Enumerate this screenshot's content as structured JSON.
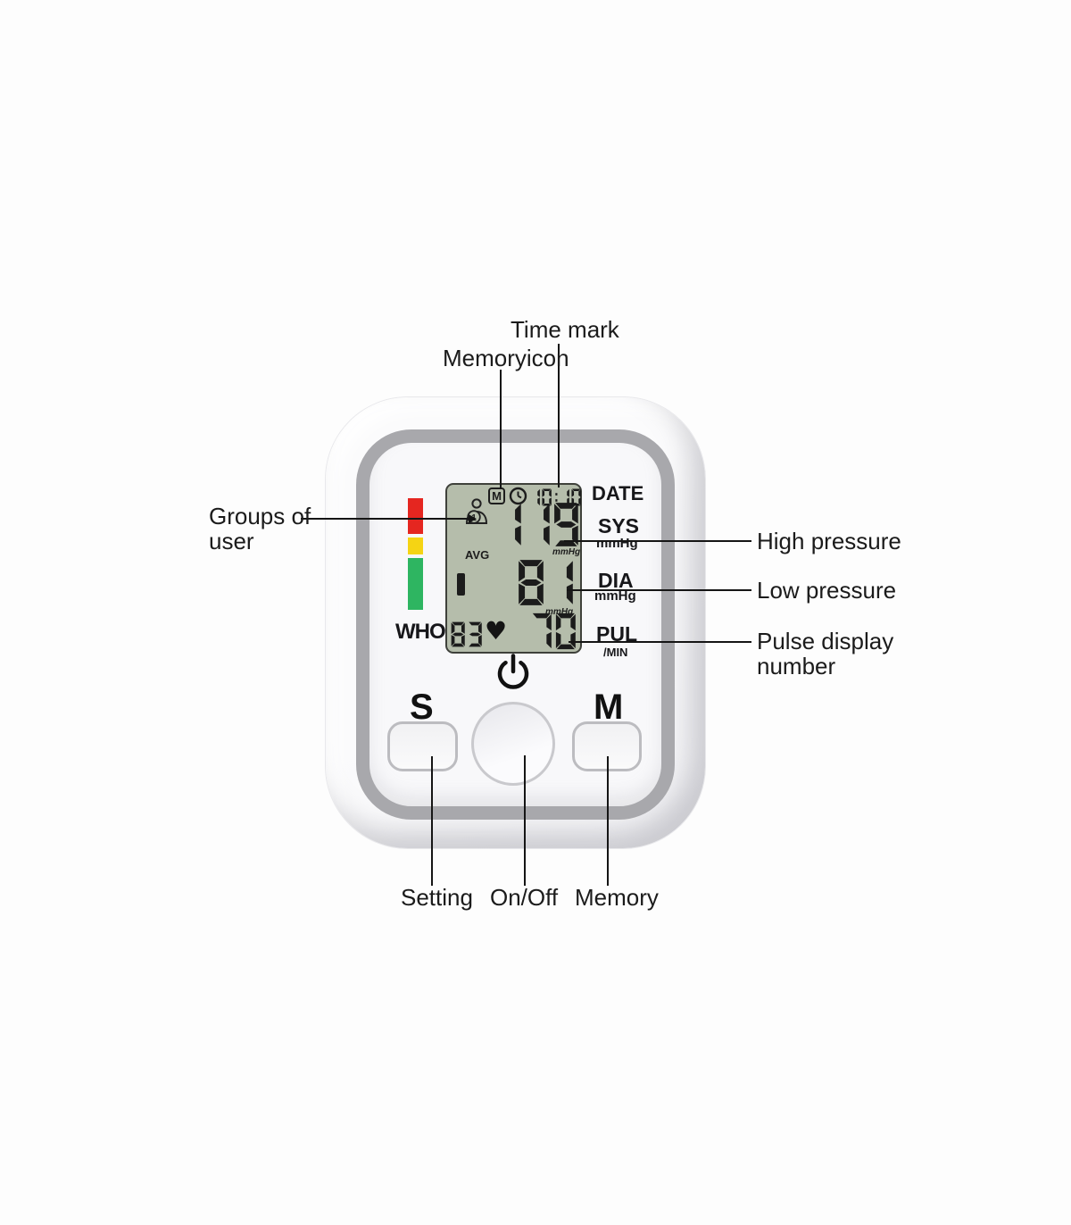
{
  "annotations": {
    "time_mark": "Time mark",
    "memoryicon": "Memoryicon",
    "groups_of_user": {
      "line1": "Groups of",
      "line2": "user"
    },
    "high_pressure": "High pressure",
    "low_pressure": "Low pressure",
    "pulse_display": {
      "line1": "Pulse display",
      "line2": "number"
    },
    "setting": "Setting",
    "on_off": "On/Off",
    "memory": "Memory"
  },
  "device": {
    "who_label": "WHO",
    "printed_labels": {
      "date": "DATE",
      "sys": "SYS",
      "sys_unit": "mmHg",
      "dia": "DIA",
      "dia_unit": "mmHg",
      "pul": "PUL",
      "pul_unit": "/MIN"
    },
    "buttons": {
      "setting_letter": "S",
      "memory_letter": "M"
    },
    "lcd": {
      "memory_symbol": "M",
      "time": "10:10",
      "user_group_number": "1",
      "avg": "AVG",
      "sys_value": "119",
      "dia_value": "81",
      "pul_value": "70",
      "memory_count": "83",
      "heart": "♥",
      "unit_sys": "mmHg",
      "unit_dia": "mmHg"
    },
    "colors": {
      "lcd_bg": "#b5bdab",
      "who_red": "#e52620",
      "who_yellow": "#f5d414",
      "who_green": "#2eb561"
    }
  }
}
